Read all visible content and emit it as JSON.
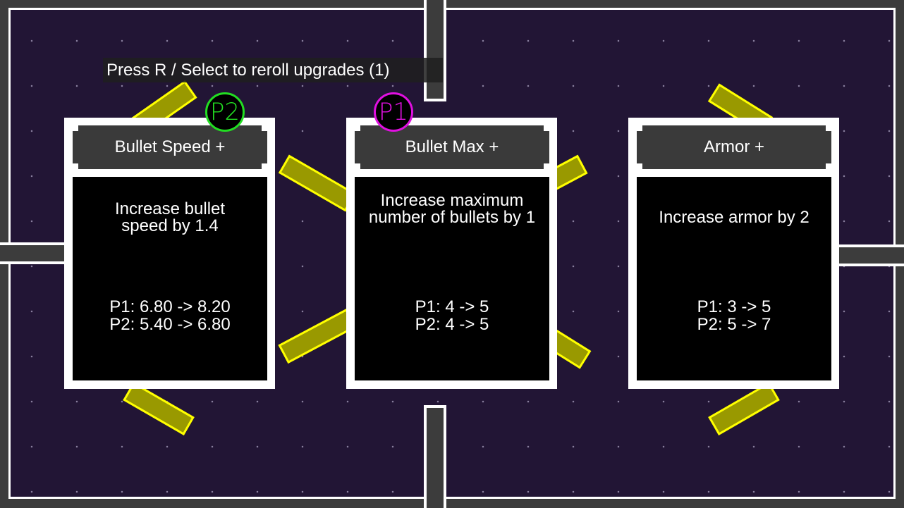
{
  "reroll_hint": "Press R / Select to reroll upgrades (1)",
  "players": {
    "p1": {
      "label": "P1",
      "color": "#e010e0"
    },
    "p2": {
      "label": "P2",
      "color": "#22dd22"
    }
  },
  "cards": [
    {
      "title": "Bullet Speed +",
      "description": "Increase bullet speed by 1.4",
      "p1_stat": "P1: 6.80 -> 8.20",
      "p2_stat": "P2: 5.40 -> 6.80"
    },
    {
      "title": "Bullet Max +",
      "description": "Increase maximum number of bullets by 1",
      "p1_stat": "P1: 4 -> 5",
      "p2_stat": "P2: 4 -> 5"
    },
    {
      "title": "Armor +",
      "description": "Increase armor by 2",
      "p1_stat": "P1: 3 -> 5",
      "p2_stat": "P2: 5 -> 7"
    }
  ]
}
